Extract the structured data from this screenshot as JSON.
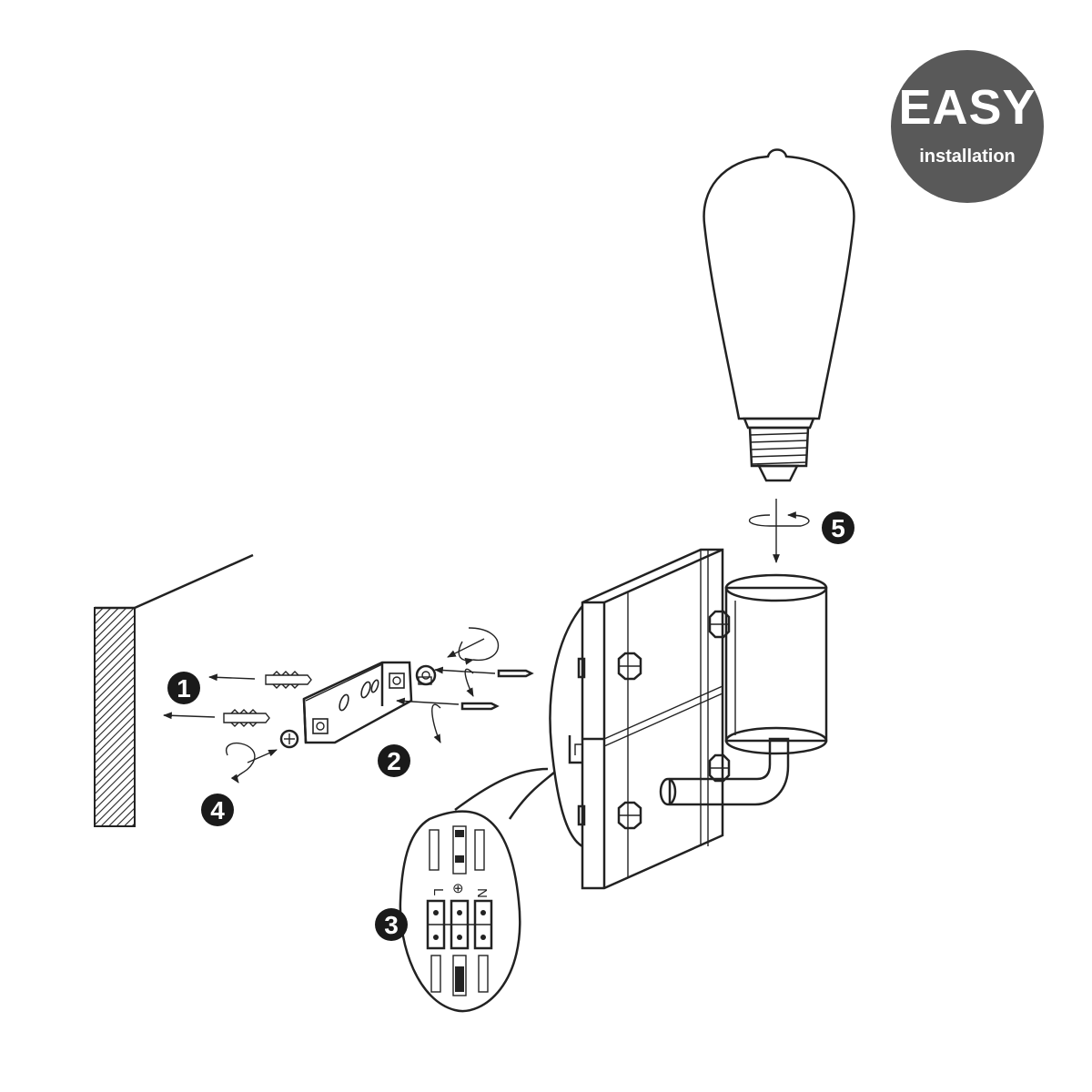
{
  "badge": {
    "title": "EASY",
    "subtitle": "installation"
  },
  "steps": [
    {
      "id": "step-1",
      "number": "1"
    },
    {
      "id": "step-2",
      "number": "2"
    },
    {
      "id": "step-3",
      "number": "3"
    },
    {
      "id": "step-4",
      "number": "4"
    },
    {
      "id": "step-5",
      "number": "5"
    }
  ],
  "terminals": {
    "live": "L",
    "neutral": "N",
    "earth_symbol": "⊕"
  },
  "colors": {
    "badge": "#595959",
    "line": "#222222",
    "step_marker": "#1a1a1a"
  }
}
